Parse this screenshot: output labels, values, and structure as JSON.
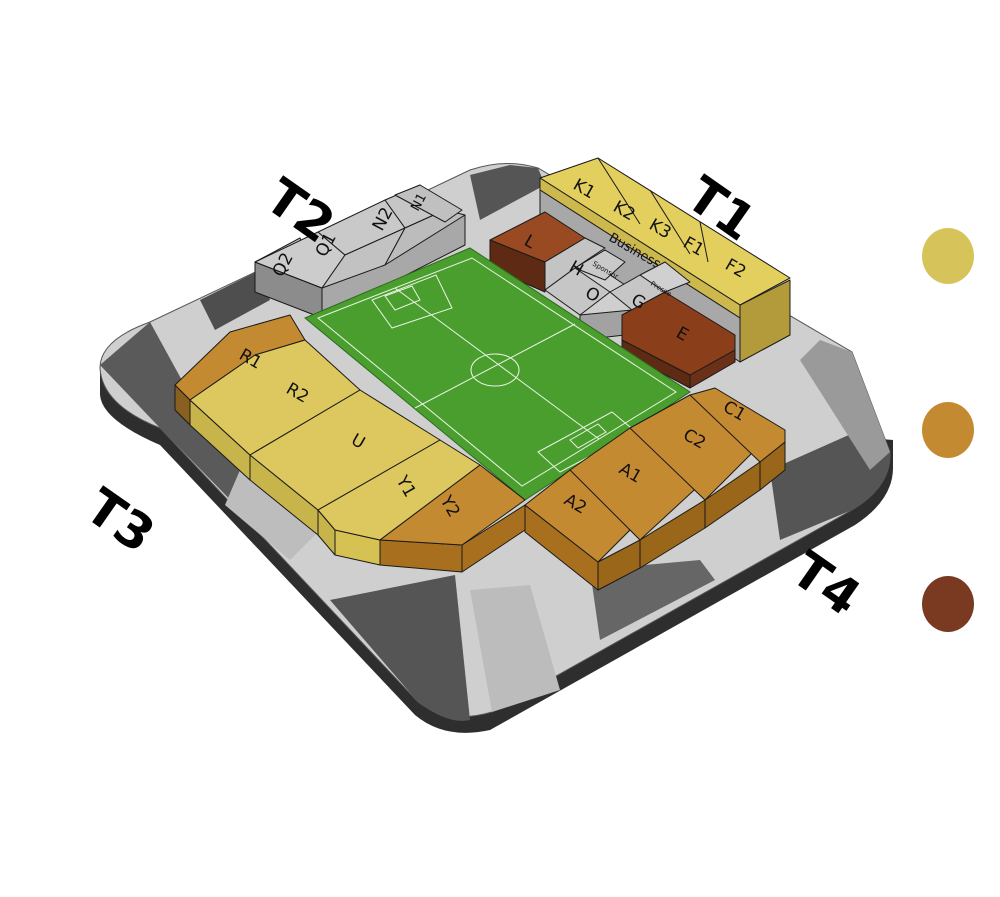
{
  "stands": {
    "t1": "T1",
    "t2": "T2",
    "t3": "T3",
    "t4": "T4"
  },
  "sections": {
    "k1": "K1",
    "k2": "K2",
    "k3": "K3",
    "f1": "F1",
    "f2": "F2",
    "business": "Business",
    "l": "L",
    "h": "H",
    "o": "O",
    "g": "G",
    "e": "E",
    "sponsor1": "Sponsor",
    "sponsor2": "Presse",
    "n1": "N1",
    "n2": "N2",
    "q1": "Q1",
    "q2": "Q2",
    "r1": "R1",
    "r2": "R2",
    "u": "U",
    "y1": "Y1",
    "y2": "Y2",
    "a1": "A1",
    "a2": "A2",
    "c1": "C1",
    "c2": "C2"
  },
  "colors": {
    "pitch": "#4a9e2e",
    "category_light": "#dcc85e",
    "category_mid": "#c48a32",
    "category_dark": "#7a3a22",
    "grey_stand": "#bdbdbd"
  },
  "legend": [
    {
      "color": "#d6c45a"
    },
    {
      "color": "#c48a32"
    },
    {
      "color": "#7a3a22"
    }
  ]
}
